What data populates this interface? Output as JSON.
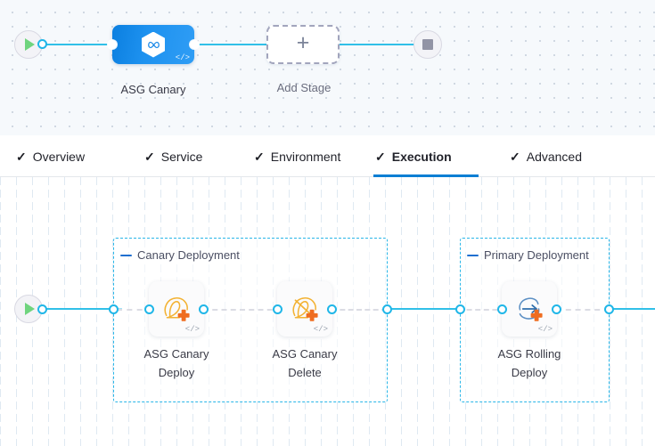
{
  "stage_graph": {
    "start_node": {
      "name": "pipeline-start",
      "icon": "play-icon"
    },
    "end_node": {
      "name": "pipeline-end",
      "icon": "stop-icon"
    },
    "stages": [
      {
        "label": "ASG Canary",
        "icon": "harness-hexagon-icon",
        "code_badge": "</>",
        "type": "stage"
      },
      {
        "label": "Add Stage",
        "icon": "plus-icon",
        "type": "add"
      }
    ]
  },
  "tabs": [
    {
      "label": "Overview",
      "check": "✓",
      "active": false
    },
    {
      "label": "Service",
      "check": "✓",
      "active": false
    },
    {
      "label": "Environment",
      "check": "✓",
      "active": false
    },
    {
      "label": "Execution",
      "check": "✓",
      "active": true
    },
    {
      "label": "Advanced",
      "check": "✓",
      "active": false
    }
  ],
  "execution_graph": {
    "start_node": {
      "name": "execution-start",
      "icon": "play-icon"
    },
    "groups": [
      {
        "title": "Canary Deployment",
        "steps": [
          {
            "label": "ASG Canary Deploy",
            "line1": "ASG Canary",
            "line2": "Deploy",
            "icon": "asg-canary-deploy-icon",
            "code_badge": "</>"
          },
          {
            "label": "ASG Canary Delete",
            "line1": "ASG Canary",
            "line2": "Delete",
            "icon": "asg-canary-delete-icon",
            "code_badge": "</>"
          }
        ]
      },
      {
        "title": "Primary Deployment",
        "steps": [
          {
            "label": "ASG Rolling Deploy",
            "line1": "ASG Rolling",
            "line2": "Deploy",
            "icon": "asg-rolling-deploy-icon",
            "code_badge": "</>"
          }
        ]
      }
    ]
  },
  "colors": {
    "accent_blue": "#1fb6e8",
    "active_tab_underline": "#0b7fd4",
    "stage_card_blue": "#1d91ef",
    "group_border": "#29b6e8",
    "aws_orange": "#ef7c21",
    "asg_yellow": "#f5b640",
    "connector_gray": "#b0b1c4",
    "start_green": "#6fd47e",
    "stop_gray": "#9294a5",
    "canvas_top_bg": "#f6f9fc"
  }
}
